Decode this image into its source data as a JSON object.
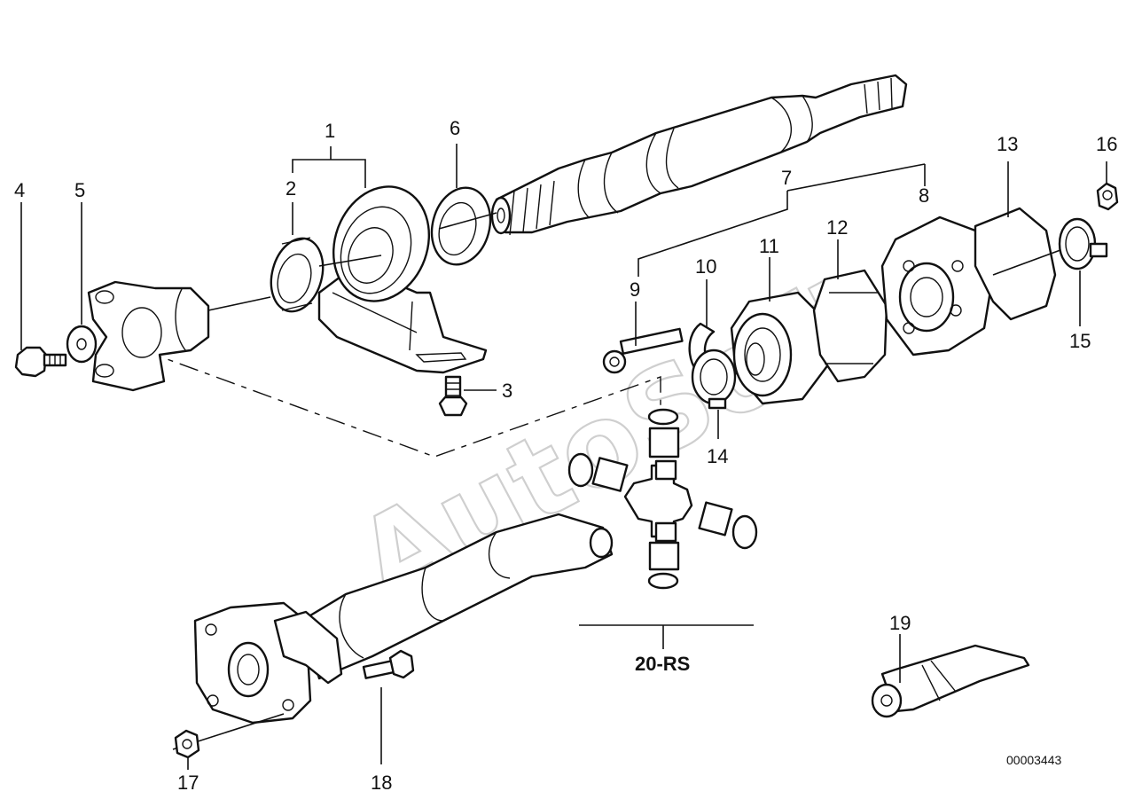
{
  "diagram": {
    "drawing_number": "00003443",
    "watermark": "AutoSoft",
    "callouts": [
      "1",
      "2",
      "3",
      "4",
      "5",
      "6",
      "7",
      "8",
      "9",
      "10",
      "11",
      "12",
      "13",
      "14",
      "15",
      "16",
      "17",
      "18",
      "19",
      "20-RS"
    ]
  }
}
